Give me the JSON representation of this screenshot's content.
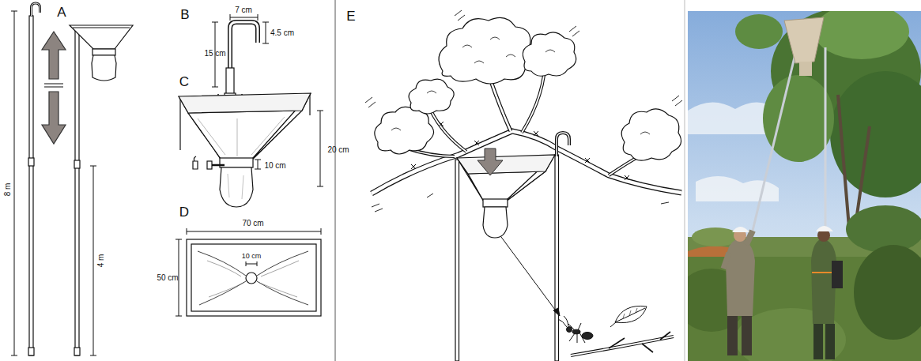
{
  "diagram": {
    "labels": [
      "A",
      "8 m",
      "4 m",
      "B",
      "7 cm",
      "15 cm",
      "4.5 cm",
      "C",
      "20 cm",
      "10 cm",
      "D",
      "70 cm",
      "50 cm",
      "10 cm",
      "E"
    ]
  }
}
